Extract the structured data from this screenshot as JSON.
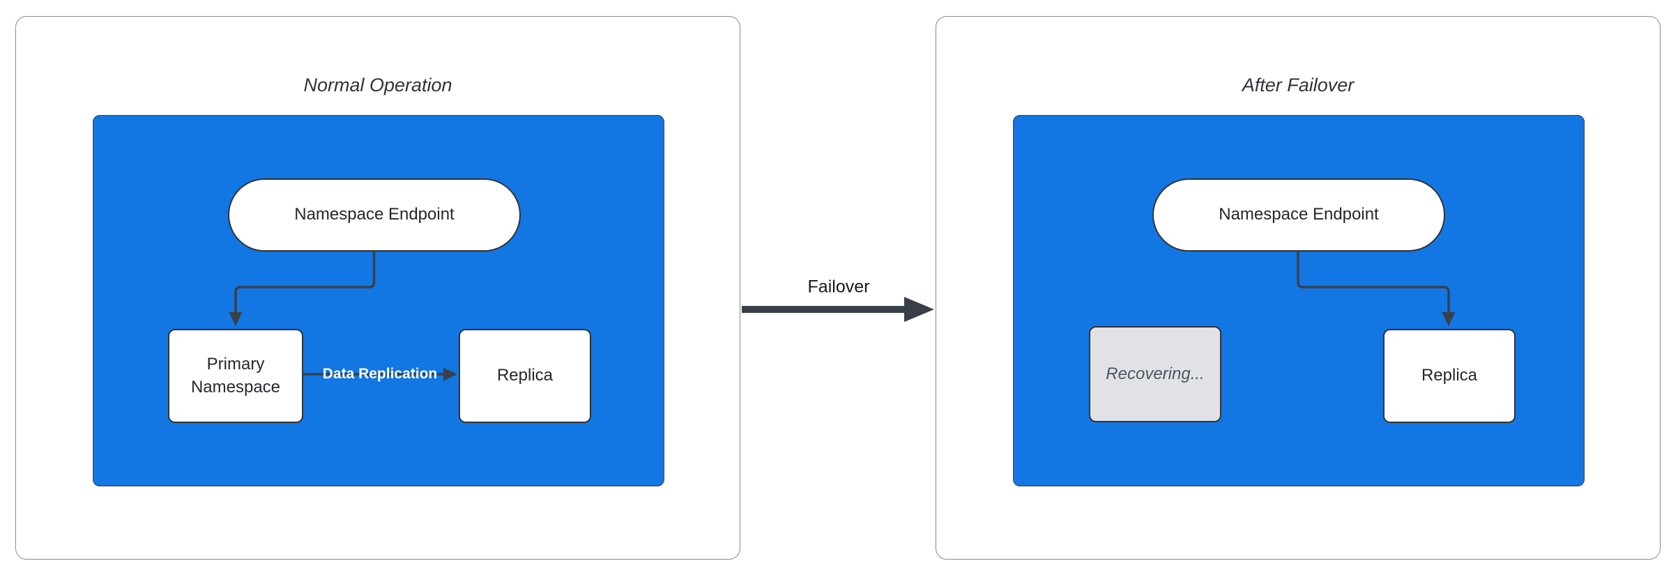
{
  "diagram": {
    "transition_label": "Failover",
    "panels": [
      {
        "title": "Normal Operation",
        "endpoint_label": "Namespace Endpoint",
        "primary_label": "Primary Namespace",
        "replica_label": "Replica",
        "replication_edge_label": "Data Replication"
      },
      {
        "title": "After Failover",
        "endpoint_label": "Namespace Endpoint",
        "recovering_label": "Recovering...",
        "replica_label": "Replica"
      }
    ],
    "colors": {
      "container_fill": "#1276e3",
      "edge": "#394049",
      "node_border": "#333333",
      "node_fill": "#ffffff",
      "recovering_fill": "#e2e2e6",
      "recovering_text": "#4b5563",
      "panel_border": "#8a8a8a"
    }
  }
}
